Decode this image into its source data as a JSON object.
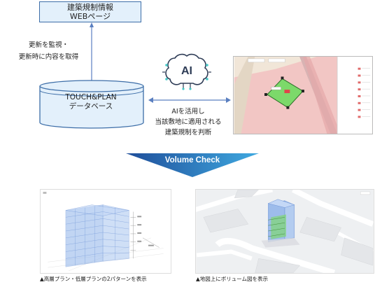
{
  "web_box": {
    "line1": "建築規制情報",
    "line2": "WEBページ"
  },
  "monitor": {
    "line1": "更新を監視・",
    "line2": "更新時に内容を取得"
  },
  "database": {
    "line1": "TOUCH&PLAN",
    "line2": "データベース"
  },
  "ai_icon": {
    "label": "AI"
  },
  "ai_text": {
    "line1": "AIを活用し",
    "line2": "当該敷地に適用される",
    "line3": "建築規制を判断"
  },
  "banner": {
    "label": "Volume Check"
  },
  "captions": {
    "left": "▲高層プラン・低層プランの2パターンを表示",
    "right": "▲地図上にボリューム図を表示"
  },
  "colors": {
    "box_fill": "#e3f0fb",
    "box_border": "#3d6ea8",
    "arrow": "#5a7fc0",
    "banner_dark": "#1f4e9a",
    "banner_light": "#3fa9e0",
    "ai_accent": "#47c9c6",
    "building_blue": "#8fb4ea",
    "site_green": "#7cd96a",
    "map_pink": "#f2c6c4"
  }
}
